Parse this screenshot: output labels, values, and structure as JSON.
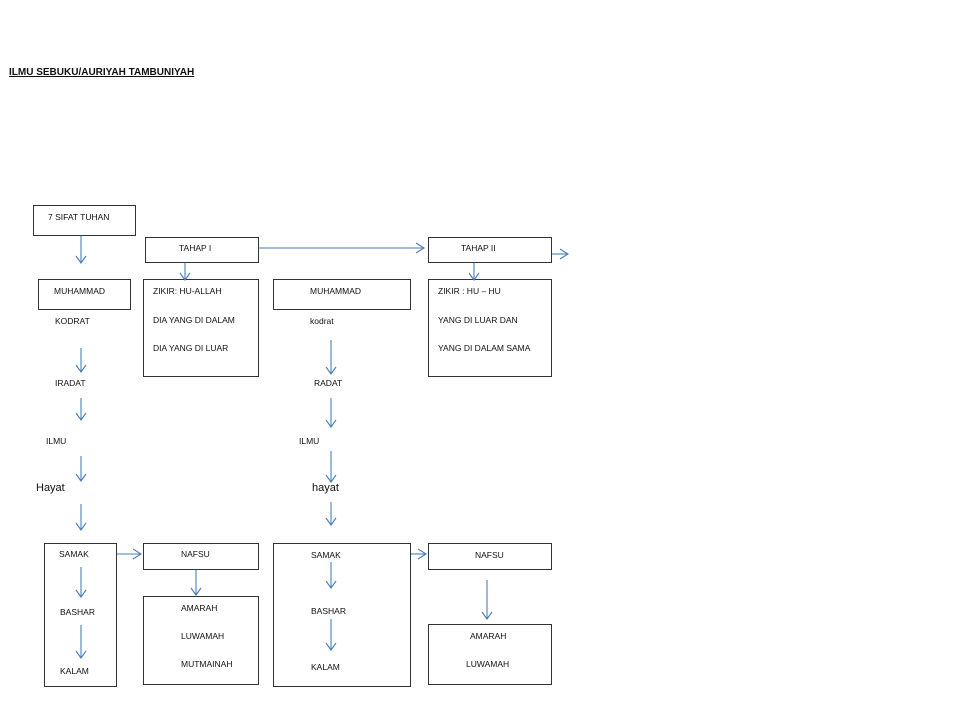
{
  "title": "ILMU SEBUKU/AURIYAH  TAMBUNIYAH",
  "nodes": {
    "sifat": "7 SIFAT TUHAN",
    "tahap1": "TAHAP I",
    "tahap2": "TAHAP II",
    "left_col": {
      "muhammad": "MUHAMMAD",
      "kodrat": "KODRAT",
      "iradat": "IRADAT",
      "ilmu": "ILMU",
      "hayat": "Hayat"
    },
    "zikir1": {
      "line1": "ZIKIR: HU-ALLAH",
      "line2": "DIA YANG DI DALAM",
      "line3": "DIA YANG DI LUAR"
    },
    "mid_col": {
      "muhammad": "MUHAMMAD",
      "kodrat": "kodrat",
      "radat": "RADAT",
      "ilmu": "ILMU",
      "hayat": "hayat"
    },
    "zikir2": {
      "line1": "ZIKIR : HU – HU",
      "line2": "YANG DI LUAR DAN",
      "line3": "YANG DI DALAM SAMA"
    },
    "samak1": {
      "samak": "SAMAK",
      "bashar": "BASHAR",
      "kalam": "KALAM"
    },
    "nafsu1": "NAFSU",
    "nafsu1_list": {
      "amarah": "AMARAH",
      "luwamah": "LUWAMAH",
      "mutmainah": "MUTMAINAH"
    },
    "samak2": {
      "samak": "SAMAK",
      "bashar": "BASHAR",
      "kalam": "KALAM"
    },
    "nafsu2": "NAFSU",
    "nafsu2_list": {
      "amarah": "AMARAH",
      "luwamah": "LUWAMAH"
    }
  },
  "colors": {
    "arrow": "#4a7ebb",
    "border": "#333333"
  }
}
